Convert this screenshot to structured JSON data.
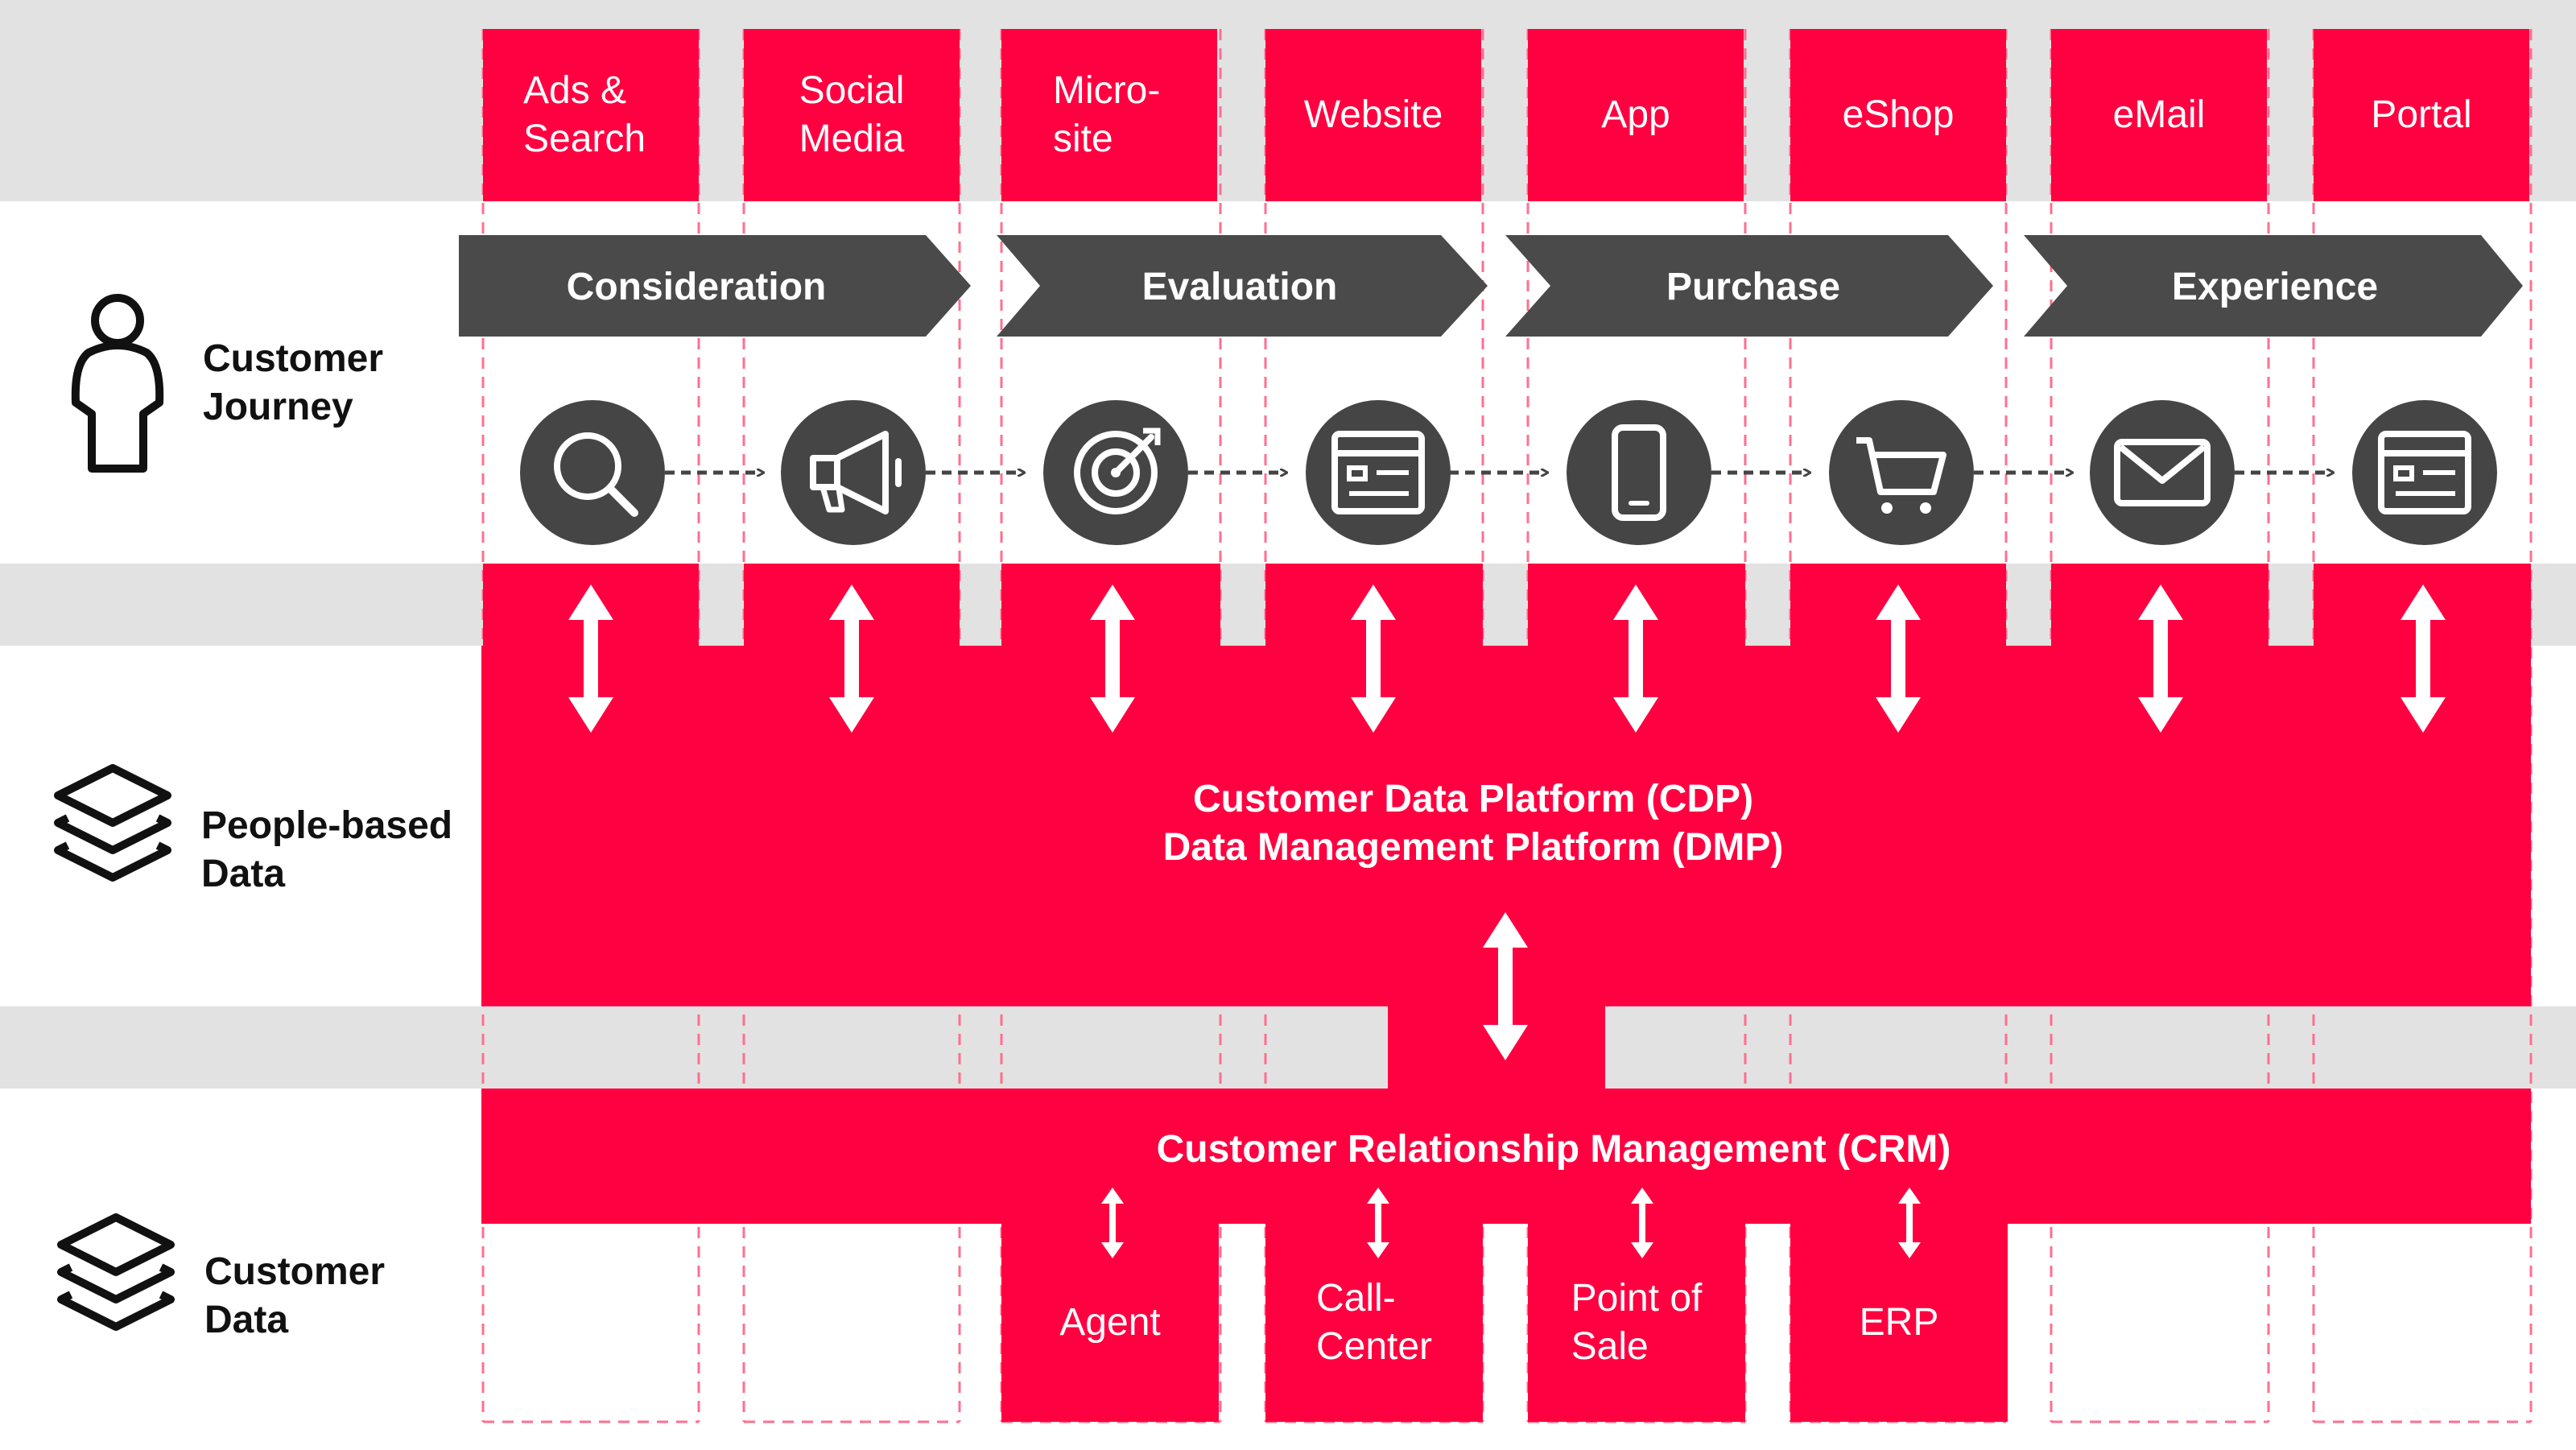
{
  "channels": [
    "Ads &\nSearch",
    "Social\nMedia",
    "Micro-\nsite",
    "Website",
    "App",
    "eShop",
    "eMail",
    "Portal"
  ],
  "stages": [
    "Consideration",
    "Evaluation",
    "Purchase",
    "Experience"
  ],
  "rows": {
    "journey": "Customer\nJourney",
    "people_data": "People-based\nData",
    "customer_data": "Customer\nData"
  },
  "platform": {
    "cdp": "Customer Data Platform (CDP)",
    "dmp": "Data Management Platform (DMP)",
    "crm": "Customer Relationship Management (CRM)"
  },
  "systems": [
    "Agent",
    "Call-\nCenter",
    "Point of\nSale",
    "ERP"
  ],
  "icons": [
    "search-icon",
    "megaphone-icon",
    "target-icon",
    "browser-window-icon",
    "smartphone-icon",
    "shopping-cart-icon",
    "envelope-icon",
    "browser-window-icon"
  ],
  "colors": {
    "accent": "#ff0040",
    "stage_bar": "#4a4a4a",
    "icon_circle": "#454545",
    "band_gray": "#e2e2e2",
    "dash": "#ff6f90"
  }
}
